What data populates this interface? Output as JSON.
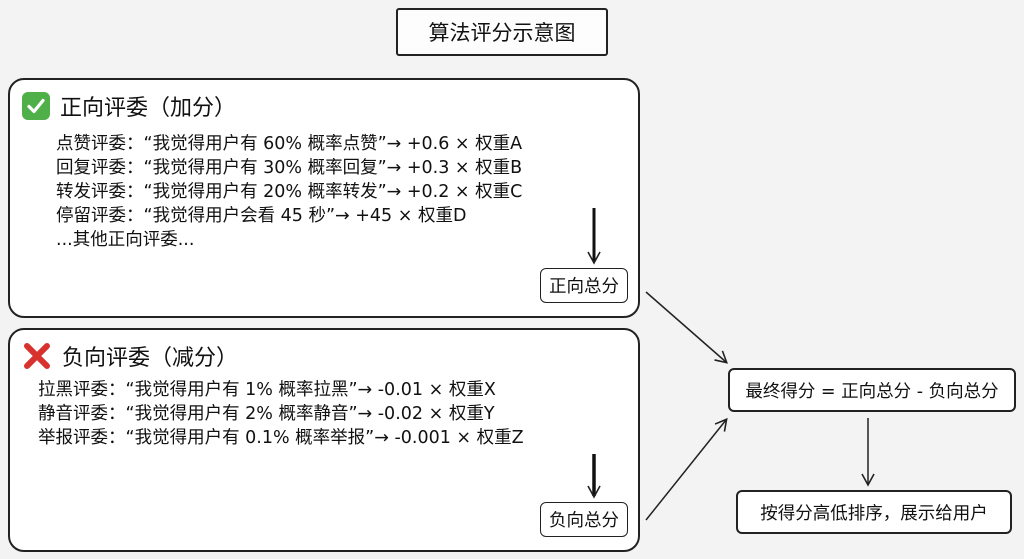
{
  "title": "算法评分示意图",
  "positive_panel": {
    "header": "正向评委（加分）",
    "icon": "check-icon",
    "icon_color": "#4fb04a",
    "rules": [
      "点赞评委：“我觉得用户有 60% 概率点赞”→ +0.6 × 权重A",
      "回复评委：“我觉得用户有 30% 概率回复”→ +0.3 × 权重B",
      "转发评委：“我觉得用户有 20% 概率转发”→ +0.2 × 权重C",
      "停留评委：“我觉得用户会看 45 秒”→ +45 × 权重D",
      "...其他正向评委..."
    ],
    "total_label": "正向总分"
  },
  "negative_panel": {
    "header": "负向评委（减分）",
    "icon": "cross-icon",
    "icon_color": "#d8322e",
    "rules": [
      "拉黑评委：“我觉得用户有 1% 概率拉黑”→ -0.01 × 权重X",
      "静音评委：“我觉得用户有 2% 概率静音”→ -0.02 × 权重Y",
      "举报评委：“我觉得用户有 0.1% 概率举报”→ -0.001 × 权重Z"
    ],
    "total_label": "负向总分"
  },
  "final_score": "最终得分 = 正向总分 - 负向总分",
  "ranking": "按得分高低排序，展示给用户"
}
